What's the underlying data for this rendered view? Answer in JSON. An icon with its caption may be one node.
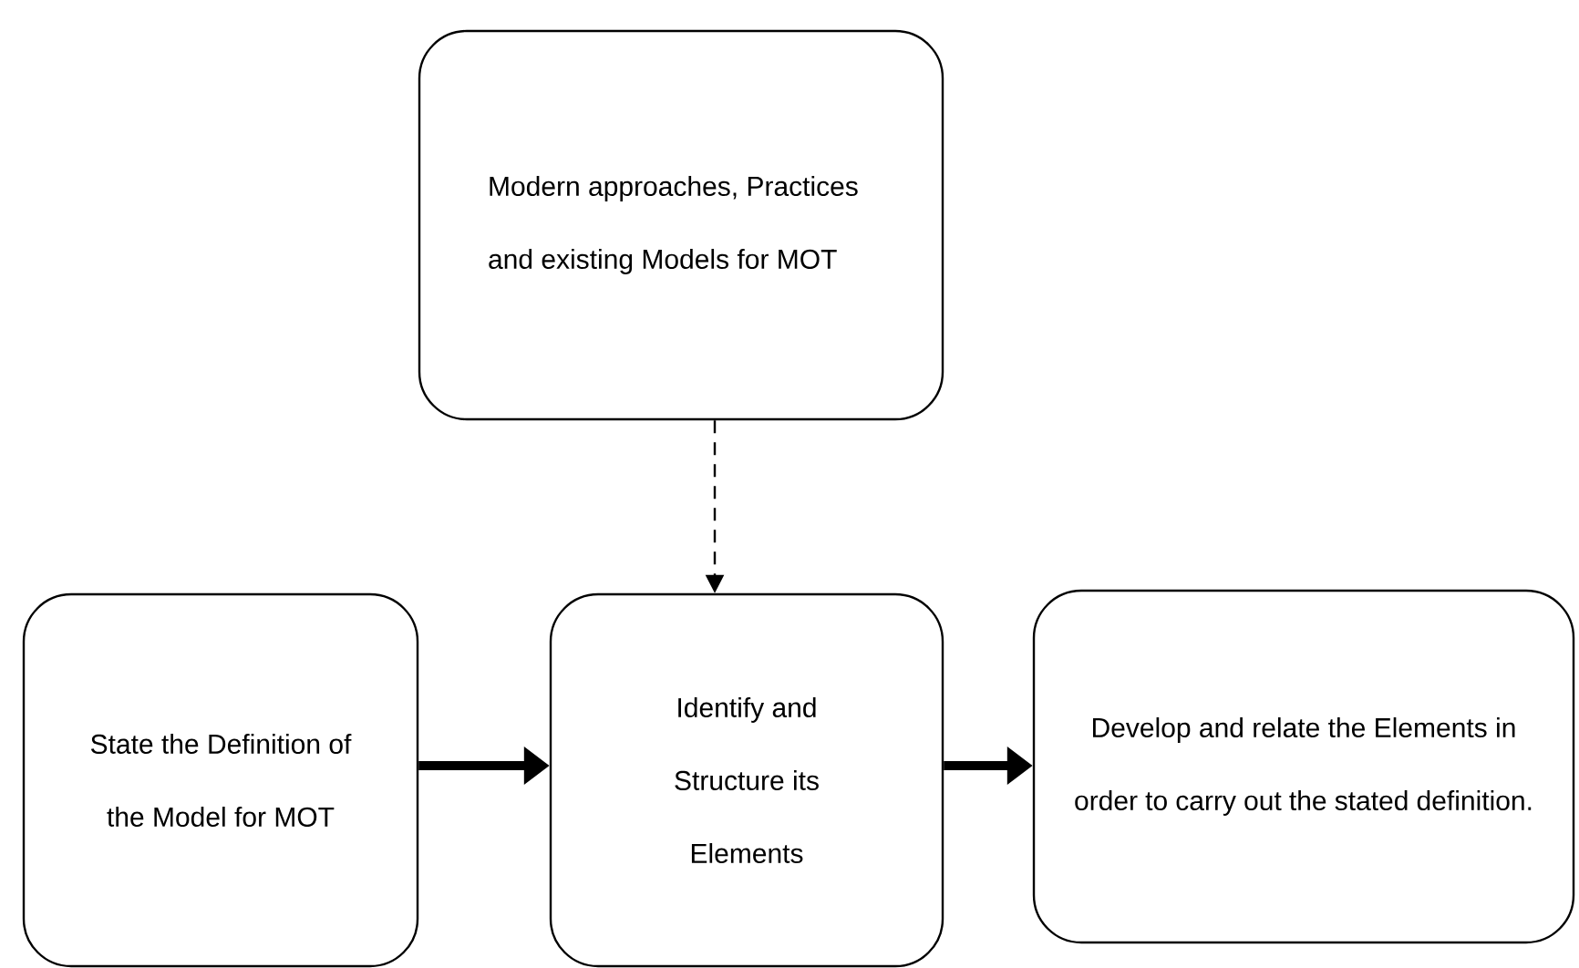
{
  "diagram": {
    "nodes": [
      {
        "text": [
          "Modern approaches, Practices and existing Models for MOT"
        ]
      },
      {
        "text": [
          "State the Definition of the Model for MOT"
        ]
      },
      {
        "text": [
          "Identify and Structure its Elements"
        ]
      },
      {
        "text": [
          "Develop and relate the Elements in order to carry out the stated definition."
        ]
      }
    ],
    "edges": [
      {
        "from": 0,
        "to": 2,
        "arrow": "to",
        "style": "dashed"
      },
      {
        "from": 1,
        "to": 2,
        "arrow": "to"
      },
      {
        "from": 2,
        "to": 3,
        "arrow": "to"
      }
    ]
  }
}
